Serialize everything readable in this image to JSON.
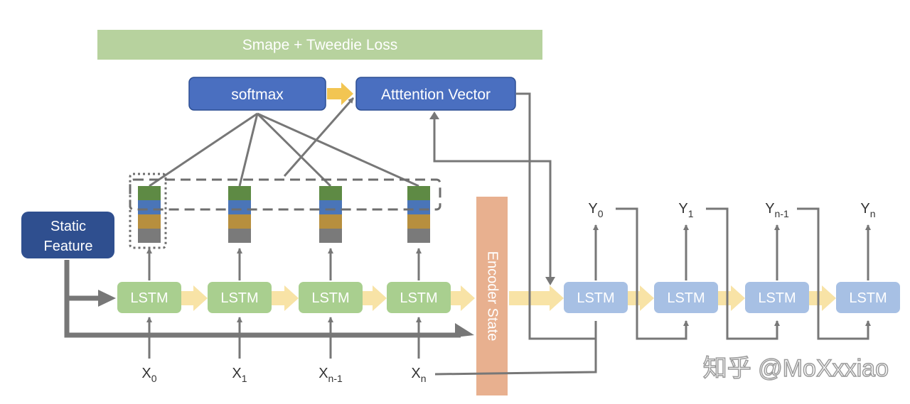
{
  "loss_banner": {
    "text": "Smape + Tweedie Loss"
  },
  "softmax": {
    "label": "softmax"
  },
  "attention": {
    "label": "Atttention Vector"
  },
  "static_feature": {
    "line1": "Static",
    "line2": "Feature"
  },
  "encoder": {
    "lstm_label": "LSTM",
    "inputs": [
      {
        "base": "X",
        "sub": "0"
      },
      {
        "base": "X",
        "sub": "1"
      },
      {
        "base": "X",
        "sub": "n-1"
      },
      {
        "base": "X",
        "sub": "n"
      }
    ]
  },
  "encoder_state": {
    "label": "Encoder State"
  },
  "decoder": {
    "lstm_label": "LSTM",
    "outputs": [
      {
        "base": "Y",
        "sub": "0"
      },
      {
        "base": "Y",
        "sub": "1"
      },
      {
        "base": "Y",
        "sub": "n-1"
      },
      {
        "base": "Y",
        "sub": "n"
      }
    ]
  },
  "watermark": {
    "text": "知乎 @MoXxxiao"
  },
  "colors": {
    "banner": "#b7d29e",
    "softmax": "#4a6fc0",
    "static": "#2f4f8f",
    "enc_lstm": "#a9cf8f",
    "dec_lstm": "#a7c0e4",
    "encoder_state": "#e8b08f",
    "flow_arrow": "#f8e3a6",
    "attn_arrow": "#f2c552",
    "line": "#777777",
    "hidden_colors": [
      "#5e8a44",
      "#4a75b8",
      "#b78f3e",
      "#7a7a7a"
    ]
  }
}
